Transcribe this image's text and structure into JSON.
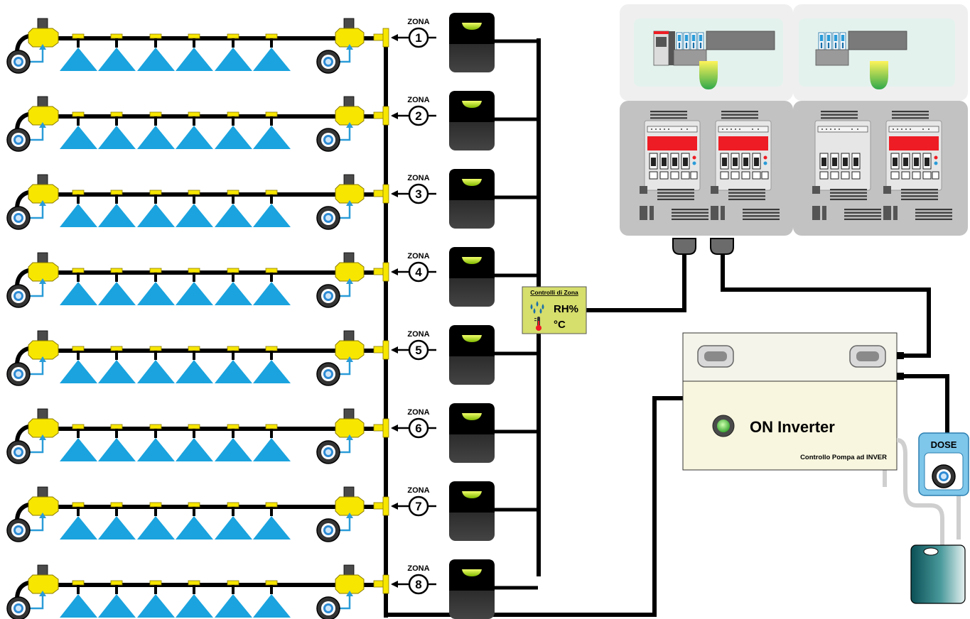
{
  "zones": [
    {
      "label": "ZONA",
      "number": "1"
    },
    {
      "label": "ZONA",
      "number": "2"
    },
    {
      "label": "ZONA",
      "number": "3"
    },
    {
      "label": "ZONA",
      "number": "4"
    },
    {
      "label": "ZONA",
      "number": "5"
    },
    {
      "label": "ZONA",
      "number": "6"
    },
    {
      "label": "ZONA",
      "number": "7"
    },
    {
      "label": "ZONA",
      "number": "8"
    }
  ],
  "zone_controller": {
    "title": "Controlli di Zona",
    "humidity_label": "RH%",
    "temperature_label": "°C"
  },
  "inverter": {
    "title": "ON Inverter",
    "subtitle": "Controllo Pompa ad INVER"
  },
  "dose": {
    "label": "DOSE"
  },
  "colors": {
    "valve": "#f7e600",
    "spray": "#1aa3de",
    "pipe": "#000000",
    "inverter_body": "#f8f6de",
    "controller_box": "#d6de6c",
    "display_red": "#ee1c24",
    "panel_grey": "#c2c2c2"
  }
}
